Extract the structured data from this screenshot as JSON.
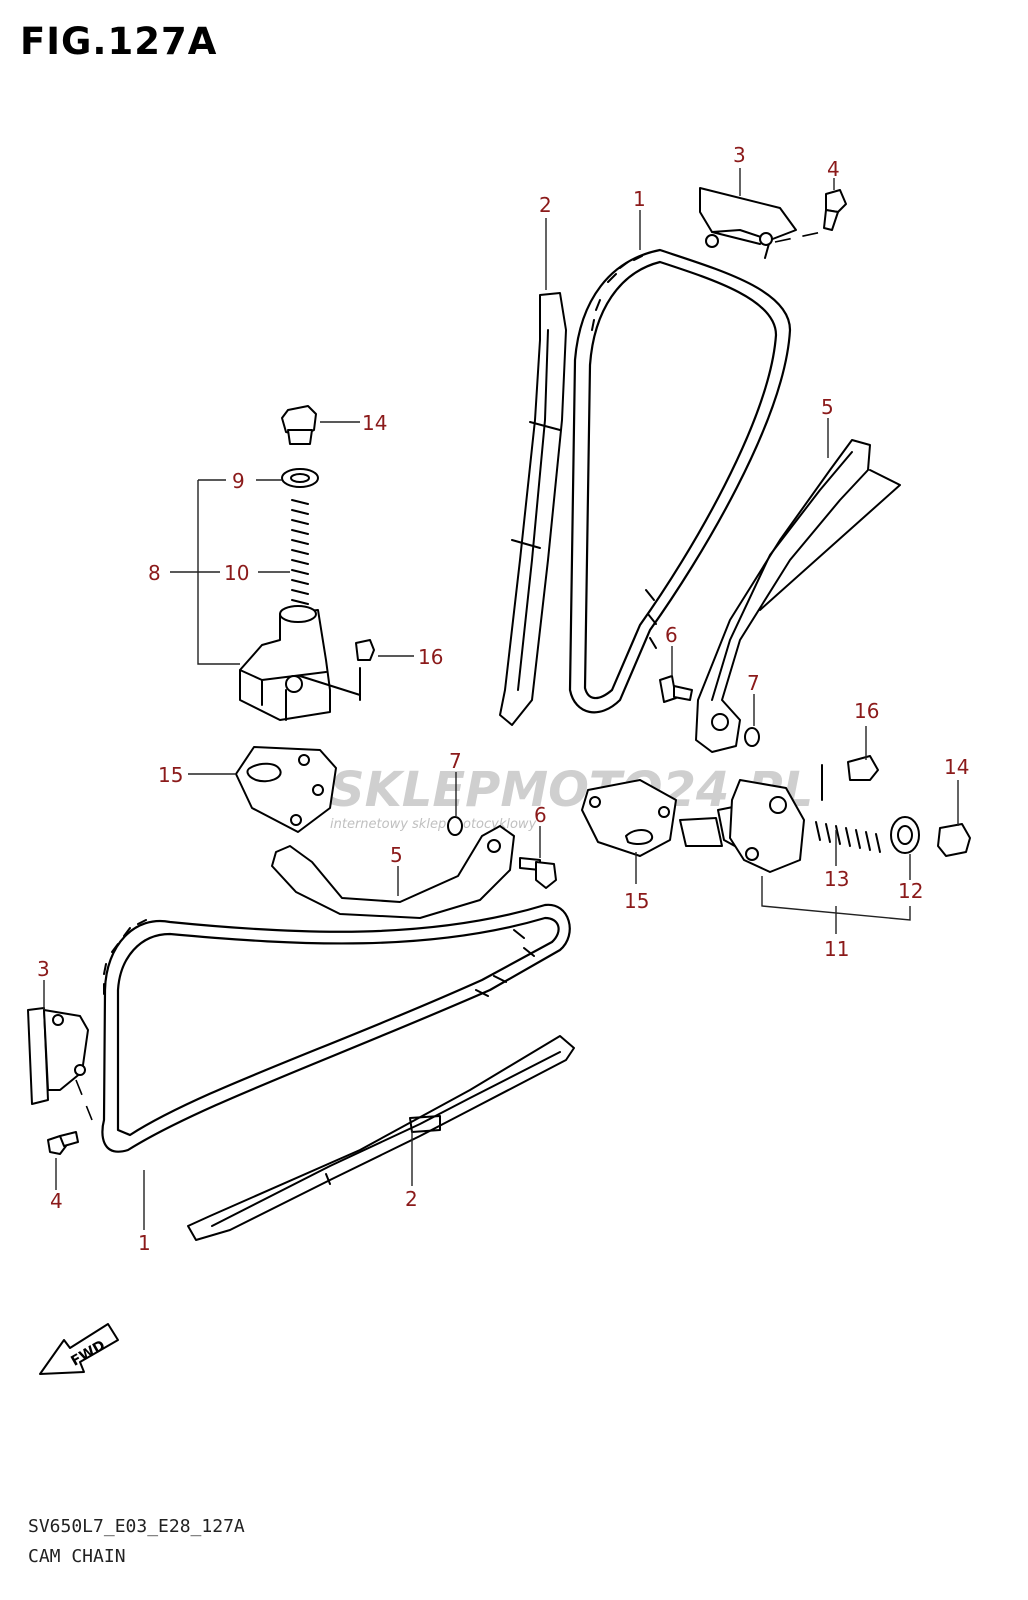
{
  "title": "FIG.127A",
  "footer": {
    "code": "SV650L7_E03_E28_127A",
    "name": "CAM CHAIN"
  },
  "watermark": {
    "brand": "SKLEPMOTO24.PL",
    "tagline": "internetowy sklep motocyklowy"
  },
  "fwd_label": "FWD",
  "callouts": [
    "1",
    "2",
    "3",
    "4",
    "5",
    "6",
    "7",
    "8",
    "9",
    "10",
    "11",
    "12",
    "13",
    "14",
    "15",
    "16"
  ],
  "colors": {
    "callout": "#8b1a1a",
    "line": "#000000"
  }
}
